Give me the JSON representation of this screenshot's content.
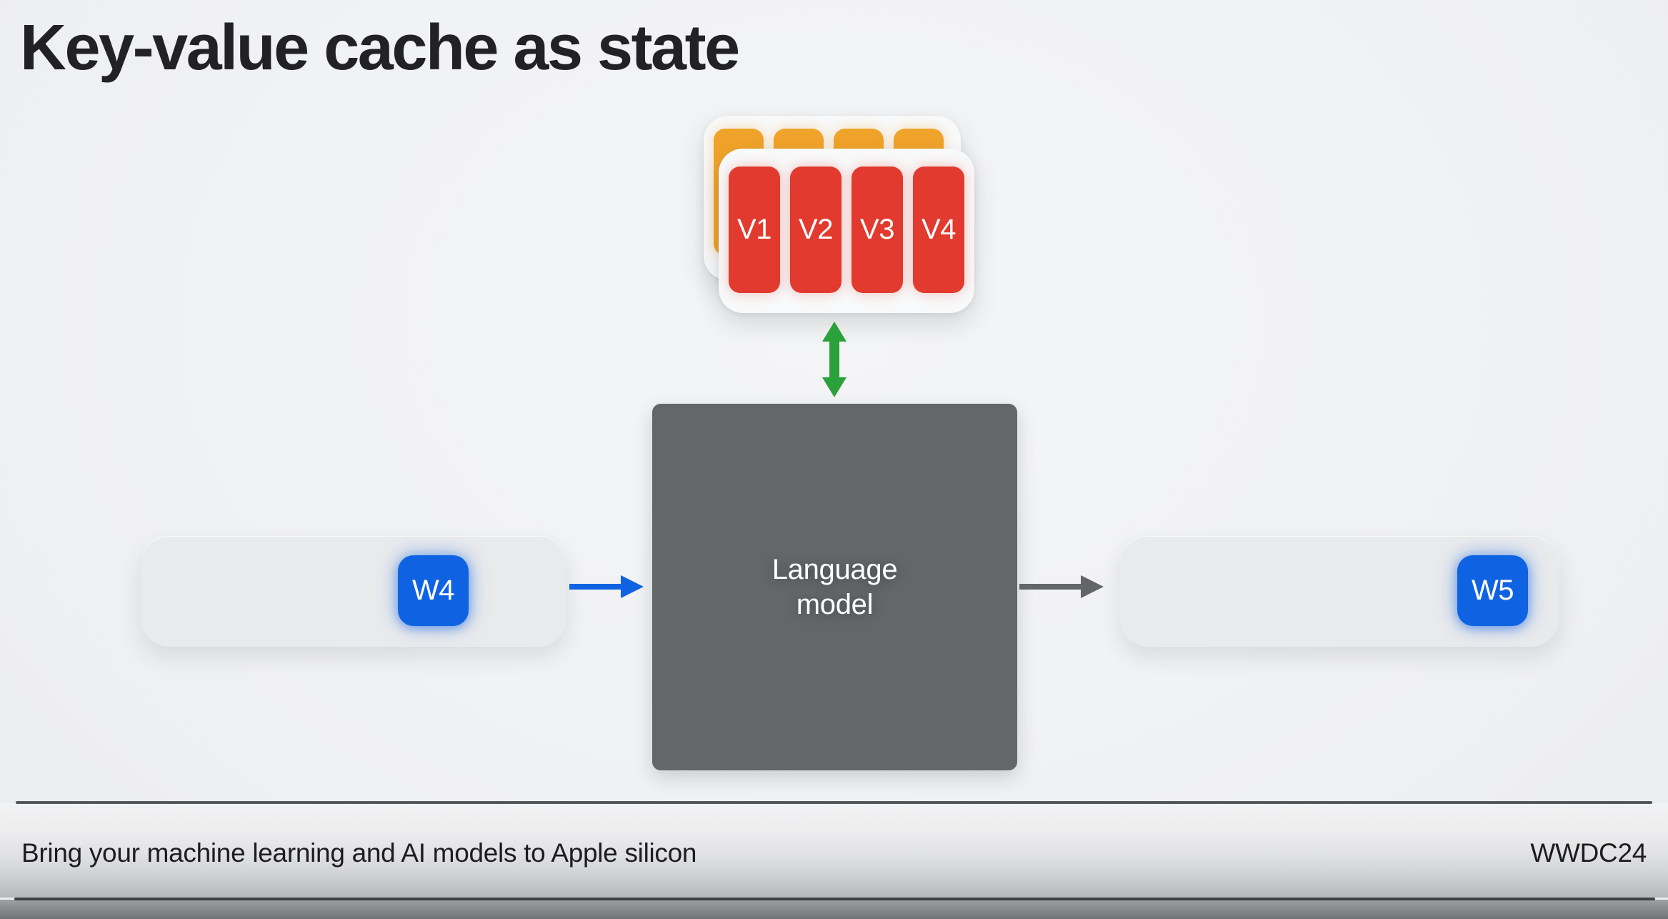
{
  "slide": {
    "title": "Key-value cache as state",
    "footer": {
      "session_title": "Bring your machine learning and AI models to Apple silicon",
      "event": "WWDC24"
    }
  },
  "diagram": {
    "kv_cache": {
      "key_column_count": 4,
      "value_columns": [
        "V1",
        "V2",
        "V3",
        "V4"
      ]
    },
    "model_box": {
      "label": "Language model"
    },
    "input_token": {
      "label": "W4"
    },
    "output_token": {
      "label": "W5"
    }
  },
  "colors": {
    "background": "#F1F2F3",
    "key_yellow": "#F0A32A",
    "value_red": "#E23A2E",
    "token_blue": "#0F63E2",
    "model_gray": "#646769",
    "cache_arrow_green": "#2BA13C",
    "output_arrow_gray": "#636567",
    "title_text": "#222226"
  }
}
